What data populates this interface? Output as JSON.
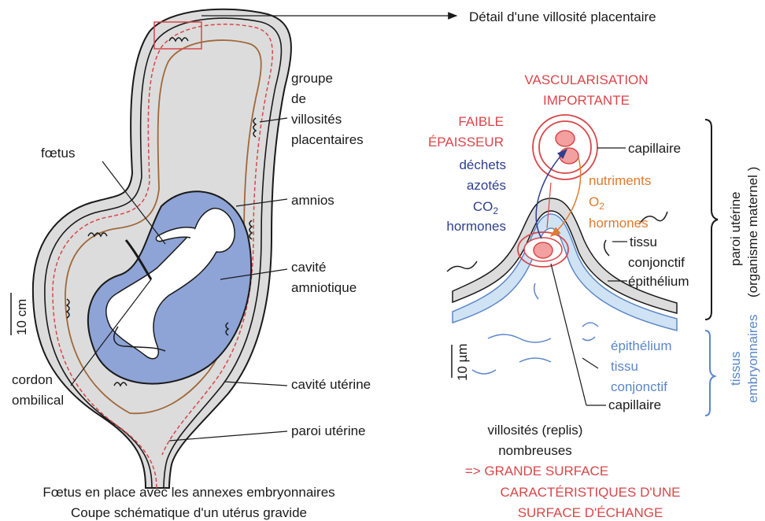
{
  "left_panel": {
    "detail_label": "Détail d'une villosité placentaire",
    "groupe_villosites": [
      "groupe",
      "de",
      "villosités",
      "placentaires"
    ],
    "foetus": "fœtus",
    "amnios": "amnios",
    "cavite_amniotique": [
      "cavité",
      "amniotique"
    ],
    "scale": "10 cm",
    "cordon_ombilical": [
      "cordon",
      "ombilical"
    ],
    "cavite_uterine": "cavité utérine",
    "paroi_uterine": "paroi utérine",
    "caption_1": "Fœtus en place avec les annexes embryonnaires",
    "caption_2": "Coupe schématique d'un utérus gravide"
  },
  "right_panel": {
    "vascularisation": [
      "VASCULARISATION",
      "IMPORTANTE"
    ],
    "faible_epaisseur": [
      "FAIBLE",
      "ÉPAISSEUR"
    ],
    "dechets": [
      "déchets",
      "azotés",
      "CO",
      "hormones"
    ],
    "co2_sub": "2",
    "nutriments": [
      "nutriments",
      "O",
      "hormones"
    ],
    "o2_sub": "2",
    "capillaire_top": "capillaire",
    "tissu_conjonctif_maternel": [
      "tissu",
      "conjonctif"
    ],
    "epithelium_maternel": "épithélium",
    "paroi_uterine_bracket": [
      "paroi utérine",
      "(organisme maternel )"
    ],
    "scale": "10 µm",
    "epithelium_embryo": "épithélium",
    "tissu_conjonctif_embryo": [
      "tissu",
      "conjonctif"
    ],
    "capillaire_bottom": "capillaire",
    "tissus_embryonnaires": [
      "tissus",
      "embryonnaires"
    ],
    "villosites": [
      "villosités (replis)",
      "nombreuses"
    ],
    "grande_surface": "=> GRANDE SURFACE",
    "caracteristiques": [
      "CARACTÉRISTIQUES D'UNE",
      "SURFACE D'ÉCHANGE"
    ]
  },
  "colors": {
    "red": "#d9464a",
    "dark_blue": "#2f3f8f",
    "orange": "#e07a2e",
    "light_blue": "#5b87c9",
    "fetus_blue": "#8ea3d6",
    "uterus_grey": "#dcdcdc",
    "chorion_brown": "#a0683a",
    "epithelium_light_blue": "#cfe3f5"
  }
}
